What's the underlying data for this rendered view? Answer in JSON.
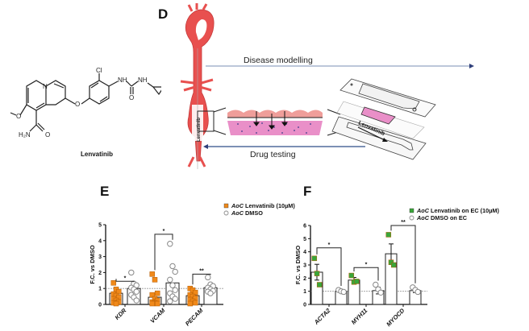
{
  "panels": {
    "D": {
      "letter": "D",
      "compound_name": "Lenvatinib",
      "molecule_atoms": {
        "cl": "Cl",
        "nh1": "NH",
        "nh2": "NH",
        "o_carbonyl": "O",
        "n_ring": "N",
        "o_ether": "O",
        "o_methoxy": "O",
        "o_amide": "O",
        "amide": "H₂N"
      },
      "flow_top": "Disease modelling",
      "flow_bottom": "Drug testing",
      "aorta_label": "Lenvatinib",
      "chip_label": "Lenvatinib",
      "colors": {
        "aorta": "#e8504f",
        "cells": "#e98fc8",
        "arrow": "#3a4e86"
      }
    },
    "E": {
      "letter": "E"
    },
    "F": {
      "letter": "F"
    }
  },
  "chart_data": [
    {
      "type": "bar",
      "title": "",
      "xlabel": "",
      "ylabel": "F.C. vs DMSO",
      "ylim": [
        0,
        5
      ],
      "yticks": [
        "0",
        "1",
        "2",
        "3",
        "4",
        "5"
      ],
      "reference_line": 1,
      "categories": [
        "KDR",
        "VCAM",
        "PECAM"
      ],
      "legend": {
        "placement": "top-right",
        "entries": [
          {
            "prefix": "AoC",
            "text": " Lenvatinib (10µM)",
            "marker": "square",
            "color": "#f0891a"
          },
          {
            "prefix": "AoC",
            "text": " DMSO",
            "marker": "circle",
            "color": "#888888"
          }
        ]
      },
      "series": [
        {
          "name": "AoC Lenvatinib (10µM)",
          "color": "#f0891a",
          "marker": "square",
          "values": [
            0.7,
            0.45,
            0.55
          ],
          "points": [
            [
              1.35,
              0.95,
              0.8,
              0.65,
              0.55,
              0.45,
              0.35,
              0.25,
              0.15,
              0.1,
              0.05
            ],
            [
              1.9,
              1.55,
              0.7,
              0.6,
              0.35,
              0.25,
              0.15,
              0.1,
              0.05,
              0.05
            ],
            [
              1.0,
              0.9,
              0.75,
              0.6,
              0.5,
              0.4,
              0.3,
              0.2,
              0.1,
              0.05
            ]
          ]
        },
        {
          "name": "AoC DMSO",
          "color": "#888888",
          "marker": "circle",
          "values": [
            1.0,
            1.35,
            1.05
          ],
          "points": [
            [
              2.0,
              1.3,
              1.2,
              1.05,
              0.95,
              0.8,
              0.6,
              0.45,
              0.25
            ],
            [
              3.8,
              2.4,
              2.05,
              1.55,
              1.2,
              0.9,
              0.7,
              0.5,
              0.35,
              0.2
            ],
            [
              1.7,
              1.25,
              1.15,
              1.05,
              0.95,
              0.85,
              0.8,
              0.7
            ]
          ]
        }
      ],
      "significance": [
        {
          "category": "KDR",
          "label": "*",
          "y": 1.45
        },
        {
          "category": "VCAM",
          "label": "*",
          "y": 4.4
        },
        {
          "category": "PECAM",
          "label": "**",
          "y": 1.9
        }
      ]
    },
    {
      "type": "bar",
      "title": "",
      "xlabel": "",
      "ylabel": "F.C. vs DMSO",
      "ylim": [
        0,
        6
      ],
      "yticks": [
        "0",
        "1",
        "2",
        "3",
        "4",
        "5",
        "6"
      ],
      "reference_line": 1,
      "categories": [
        "ACTA2",
        "MYH11",
        "MYOCD"
      ],
      "legend": {
        "placement": "top-right",
        "entries": [
          {
            "prefix": "AoC",
            "text": " Lenvatinib on EC (10µM)",
            "marker": "square",
            "color": "#3aa63a"
          },
          {
            "prefix": "AoC",
            "text": " DMSO on EC",
            "marker": "circle",
            "color": "#888888"
          }
        ]
      },
      "series": [
        {
          "name": "AoC Lenvatinib on EC (10µM)",
          "color": "#3aa63a",
          "marker": "square",
          "values": [
            2.45,
            1.85,
            3.85
          ],
          "errors": [
            0.6,
            0.2,
            0.75
          ],
          "points": [
            [
              3.5,
              2.35,
              1.5
            ],
            [
              2.2,
              1.7,
              1.75
            ],
            [
              5.3,
              3.2,
              3.0
            ]
          ]
        },
        {
          "name": "AoC DMSO on EC",
          "color": "#888888",
          "marker": "circle",
          "values": [
            1.0,
            1.05,
            1.05
          ],
          "errors": [
            0.1,
            0.25,
            0.15
          ],
          "points": [
            [
              1.1,
              1.0,
              0.95
            ],
            [
              1.5,
              1.15,
              0.9
            ],
            [
              1.3,
              1.1,
              0.95
            ]
          ]
        }
      ],
      "significance": [
        {
          "category": "ACTA2",
          "label": "*",
          "y": 4.3
        },
        {
          "category": "MYH11",
          "label": "*",
          "y": 2.8
        },
        {
          "category": "MYOCD",
          "label": "**",
          "y": 6.0
        }
      ]
    }
  ]
}
